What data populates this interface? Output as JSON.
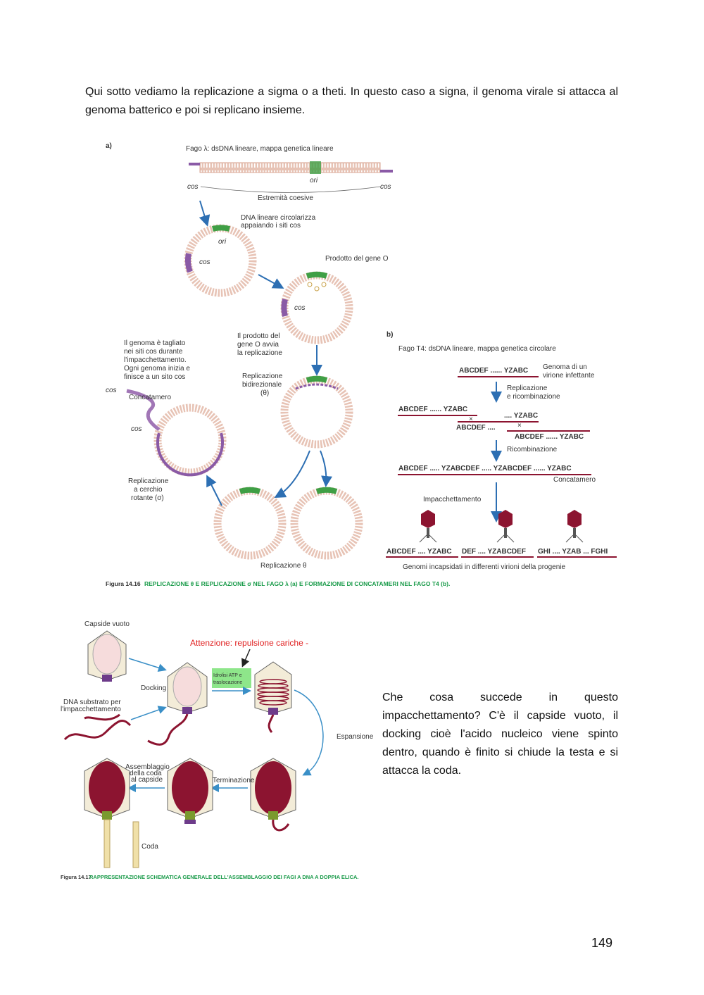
{
  "intro_text": "Qui sotto vediamo la replicazione a sigma o a theti. In questo caso a signa, il genoma virale si attacca al genoma batterico e poi si replicano insieme.",
  "fig16": {
    "panel_a": "a)",
    "panel_b": "b)",
    "title_a": "Fago λ: dsDNA lineare, mappa genetica lineare",
    "ori": "ori",
    "cos": "cos",
    "cohesive_ends": "Estremità coesive",
    "circularize_1": "DNA lineare circolarizza",
    "circularize_2": "appaiando i siti cos",
    "gene_o": "Prodotto del gene O",
    "gene_o_starts_1": "Il prodotto del",
    "gene_o_starts_2": "gene O avvia",
    "gene_o_starts_3": "la replicazione",
    "bidir_1": "Replicazione",
    "bidir_2": "bidirezionale",
    "bidir_3": "(θ)",
    "cut_1": "Il genoma è tagliato",
    "cut_2": "nei siti cos durante",
    "cut_3": "l'impacchettamento.",
    "cut_4": "Ogni genoma inizia e",
    "cut_5": "finisce a un sito cos",
    "concatamer": "Concatamero",
    "rolling_1": "Replicazione",
    "rolling_2": "a cerchio",
    "rolling_3": "rotante (σ)",
    "theta": "Replicazione θ",
    "title_b": "Fago T4: dsDNA lineare, mappa genetica circolare",
    "seq1": "ABCDEF ...... YZABC",
    "genome_inf_1": "Genoma di un",
    "genome_inf_2": "virione infettante",
    "recomb_1": "Replicazione",
    "recomb_2": "e ricombinazione",
    "seq2a": "ABCDEF ...... YZABC",
    "seq2b": ".... YZABC",
    "seq2c": "ABCDEF ....",
    "seq2d": "ABCDEF ...... YZABC",
    "recomb_only": "Ricombinazione",
    "seq3": "ABCDEF ..... YZABCDEF ..... YZABCDEF ...... YZABC",
    "concatamer_b": "Concatamero",
    "packaging": "Impacchettamento",
    "pkg1": "ABCDEF .... YZABC",
    "pkg2": "DEF .... YZABCDEF",
    "pkg3": "GHI .... YZAB ... FGHI",
    "encapsidated": "Genomi incapsidati in differenti virioni della progenie",
    "caption_num": "Figura 14.16",
    "caption": "REPLICAZIONE θ E REPLICAZIONE σ NEL FAGO λ (a) E FORMAZIONE DI CONCATAMERI NEL FAGO T4 (b)."
  },
  "fig17": {
    "empty_capsid": "Capside vuoto",
    "warning": "Attenzione: repulsione cariche -",
    "docking": "Docking",
    "atp_1": "Idrolisi ATP e",
    "atp_2": "traslocazione",
    "substrate_1": "DNA substrato per",
    "substrate_2": "l'impacchettamento",
    "expansion": "Espansione",
    "tail_asm_1": "Assemblaggio",
    "tail_asm_2": "della coda",
    "tail_asm_3": "al capside",
    "termination": "Terminazione",
    "tail": "Coda",
    "caption_num": "Figura 14.17",
    "caption": "RAPPRESENTAZIONE SCHEMATICA GENERALE DELL'ASSEMBLAGGIO DEI FAGI A DNA A DOPPIA ELICA."
  },
  "side_text": "Che cosa succede in questo impacchettamento? C'è il capside vuoto, il docking cioè l'acido nucleico viene spinto dentro, quando è finito si chiude la testa e si attacca la coda.",
  "page_number": "149",
  "colors": {
    "dna_ring": "#e7c3b5",
    "cos_purple": "#8a5aa6",
    "ori_green": "#3f9f45",
    "arrow_blue": "#2d6fb3",
    "caption_green": "#1a9b4a",
    "dna_red": "#8c1430",
    "warning_red": "#e02020",
    "atp_green": "#8ee68a"
  }
}
